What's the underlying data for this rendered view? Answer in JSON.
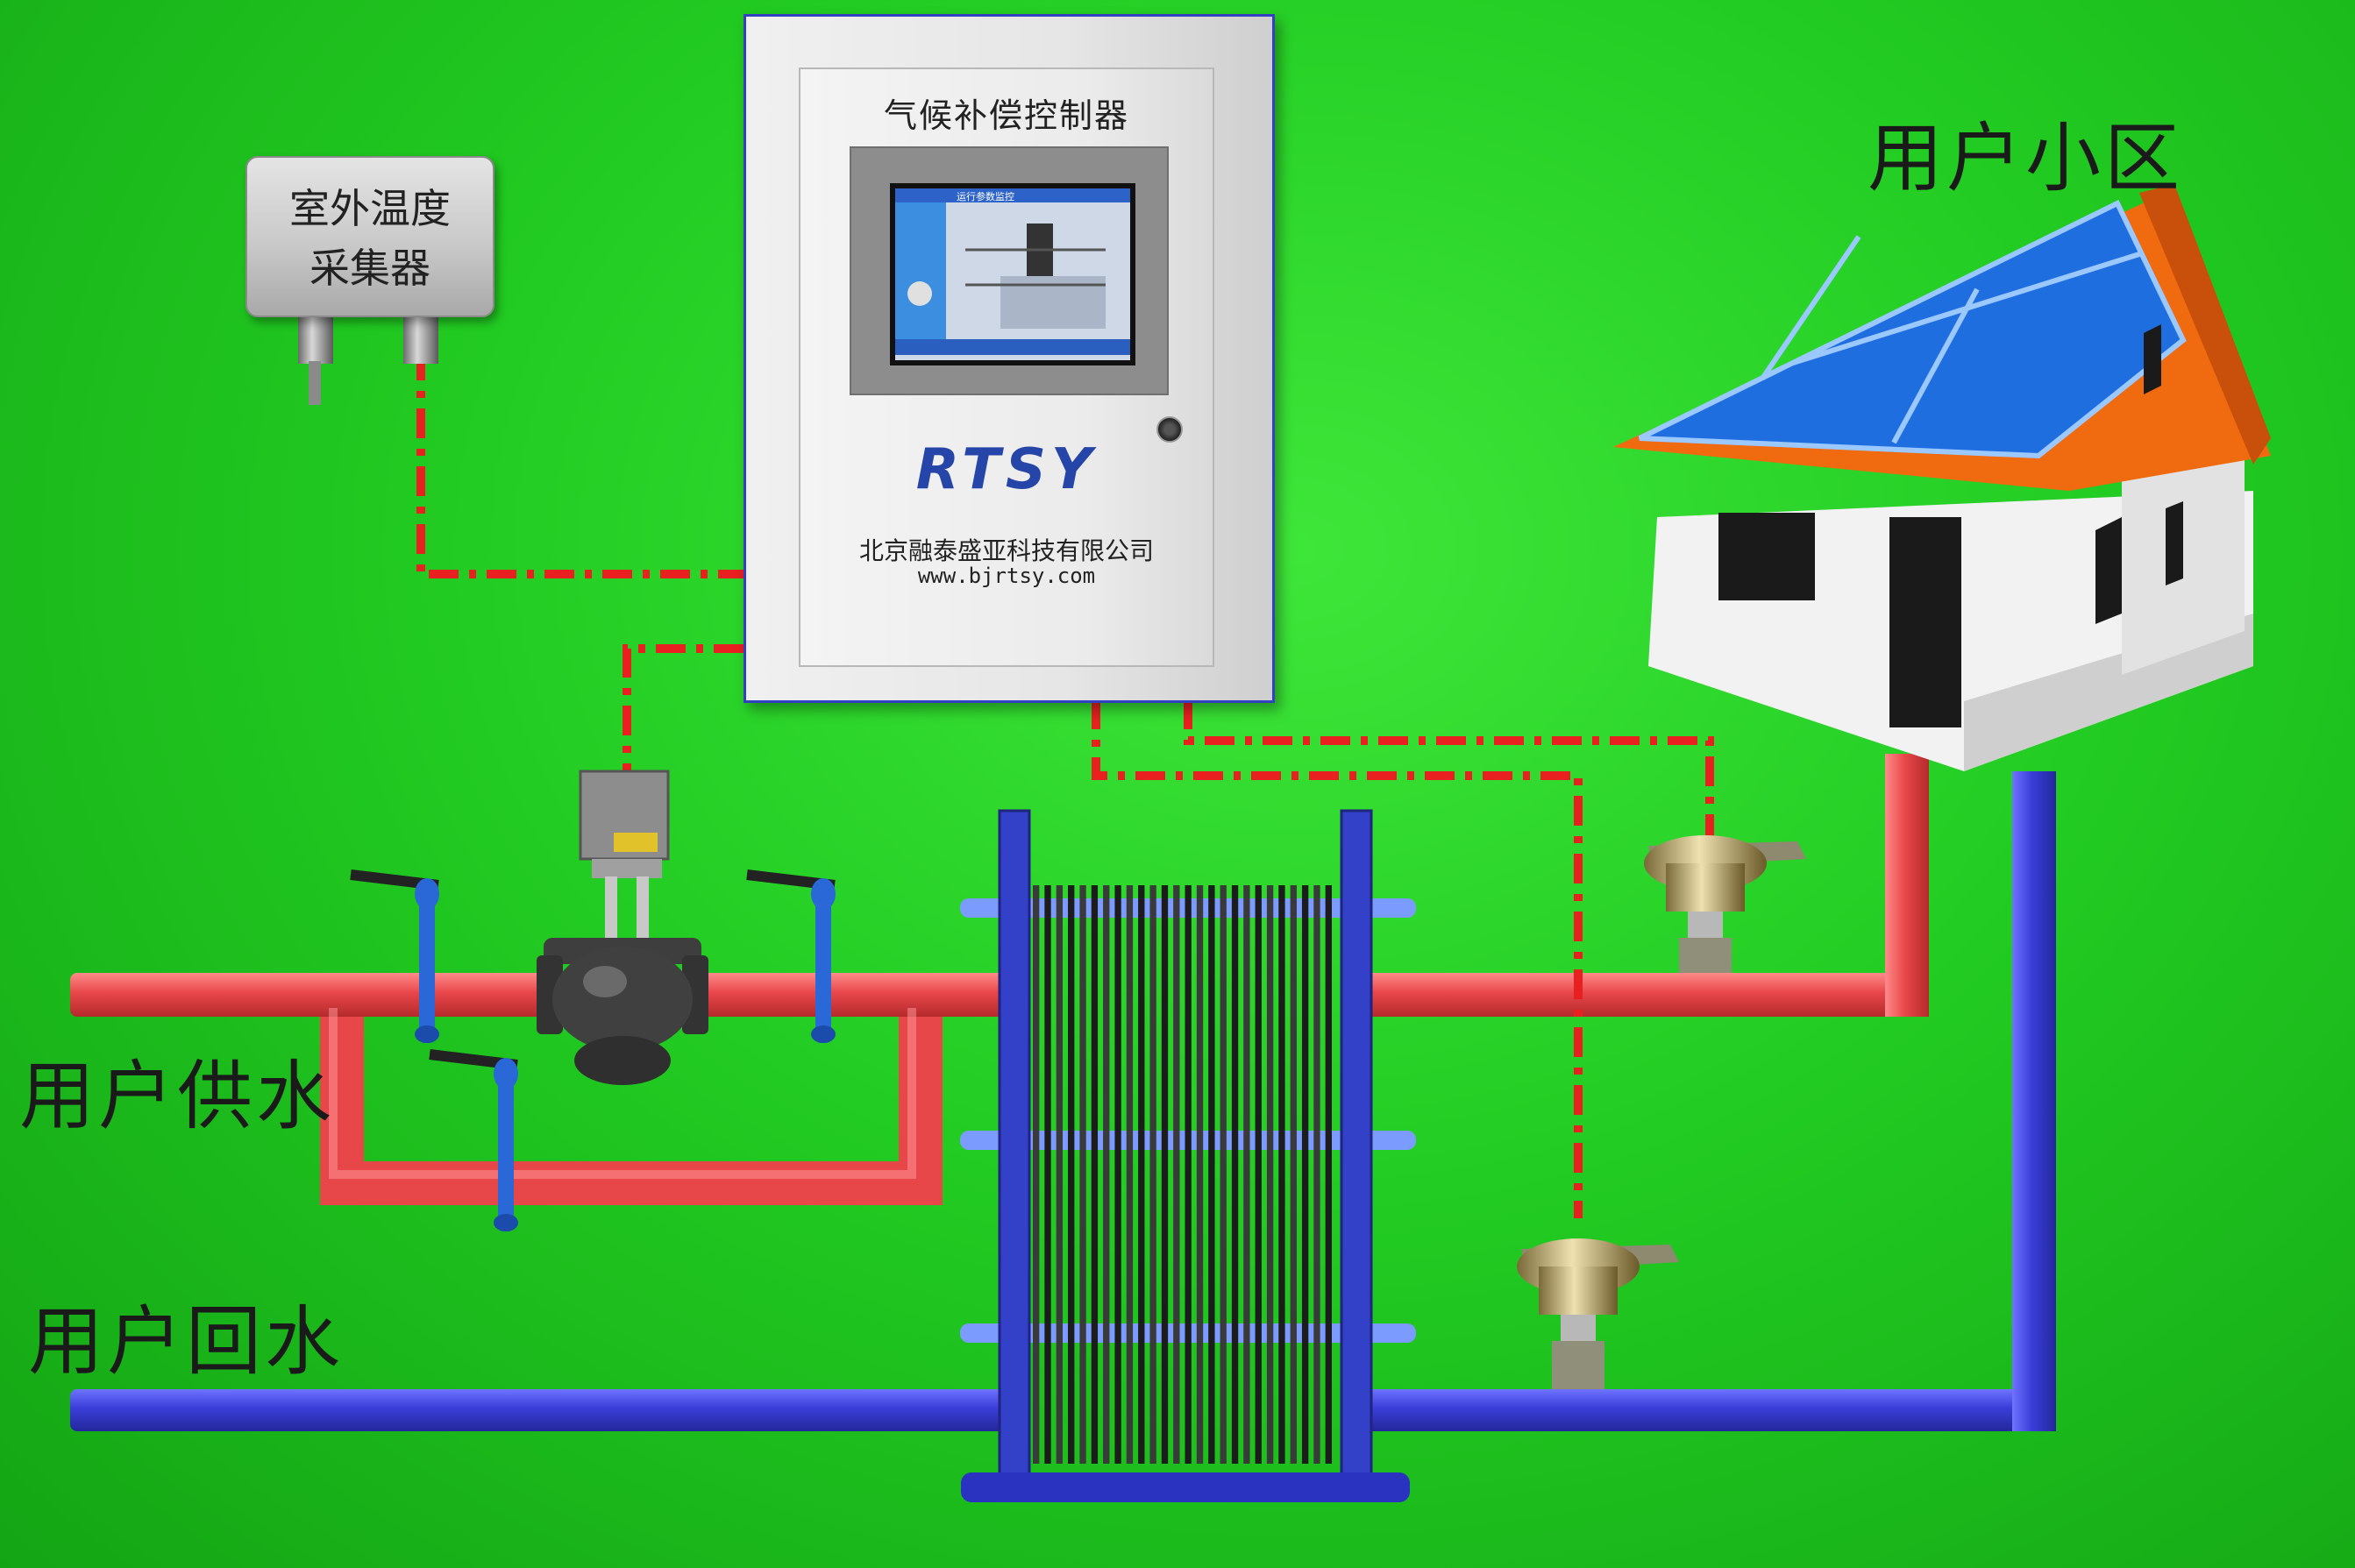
{
  "labels": {
    "community": "用户小区",
    "supply": "用户供水",
    "return": "用户回水"
  },
  "collector": {
    "line1": "室外温度",
    "line2": "采集器"
  },
  "cabinet": {
    "title": "气候补偿控制器",
    "logo": "RTSY",
    "company": "北京融泰盛亚科技有限公司",
    "url": "www.bjrtsy.com",
    "screen_title": "运行参数监控"
  },
  "colors": {
    "background": "#22cc22",
    "supply_pipe": "#e8474a",
    "return_pipe": "#3a3ed8",
    "signal_line": "#e82020",
    "roof_panel": "#1f6ee0",
    "roof_edge": "#f06a10"
  },
  "icons": [
    "temperature-collector-icon",
    "control-cabinet-icon",
    "electric-valve-icon",
    "ball-valve-icon",
    "plate-heat-exchanger-icon",
    "temperature-sensor-icon",
    "house-icon",
    "solar-panel-icon"
  ]
}
